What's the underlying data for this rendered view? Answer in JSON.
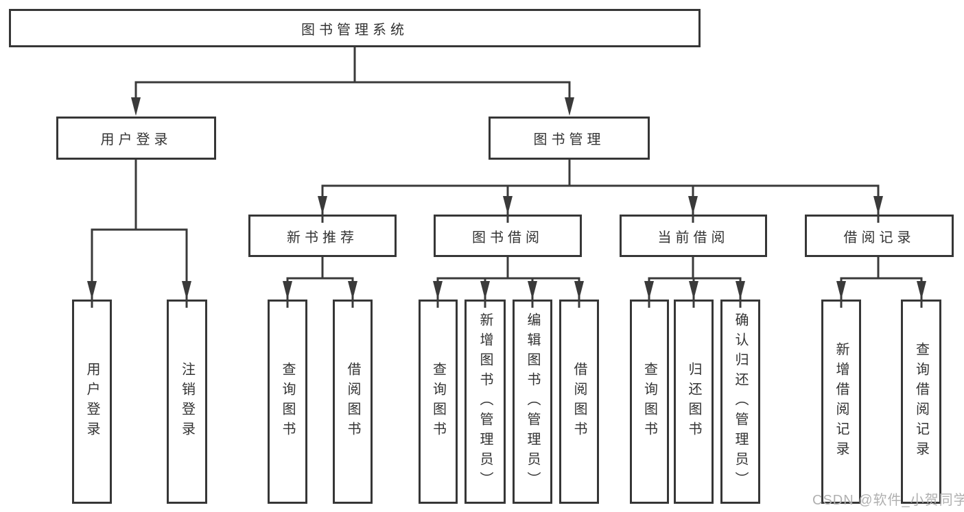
{
  "diagram_type": "hierarchy-flowchart",
  "colors": {
    "line": "#3a3a3a",
    "box_border": "#363636",
    "text": "#333333",
    "background": "#ffffff",
    "watermark": "#b0b0b0"
  },
  "tree": {
    "label": "图书管理系统",
    "children": [
      {
        "label": "用户登录",
        "children": [
          {
            "label": "用户登录"
          },
          {
            "label": "注销登录"
          }
        ]
      },
      {
        "label": "图书管理",
        "children": [
          {
            "label": "新书推荐",
            "children": [
              {
                "label": "查询图书"
              },
              {
                "label": "借阅图书"
              }
            ]
          },
          {
            "label": "图书借阅",
            "children": [
              {
                "label": "查询图书"
              },
              {
                "label": "新增图书（管理员）"
              },
              {
                "label": "编辑图书（管理员）"
              },
              {
                "label": "借阅图书"
              }
            ]
          },
          {
            "label": "当前借阅",
            "children": [
              {
                "label": "查询图书"
              },
              {
                "label": "归还图书"
              },
              {
                "label": "确认归还（管理员）"
              }
            ]
          },
          {
            "label": "借阅记录",
            "children": [
              {
                "label": "新增借阅记录"
              },
              {
                "label": "查询借阅记录"
              }
            ]
          }
        ]
      }
    ]
  },
  "watermark": {
    "text": "CSDN @软件_小贺同学"
  }
}
